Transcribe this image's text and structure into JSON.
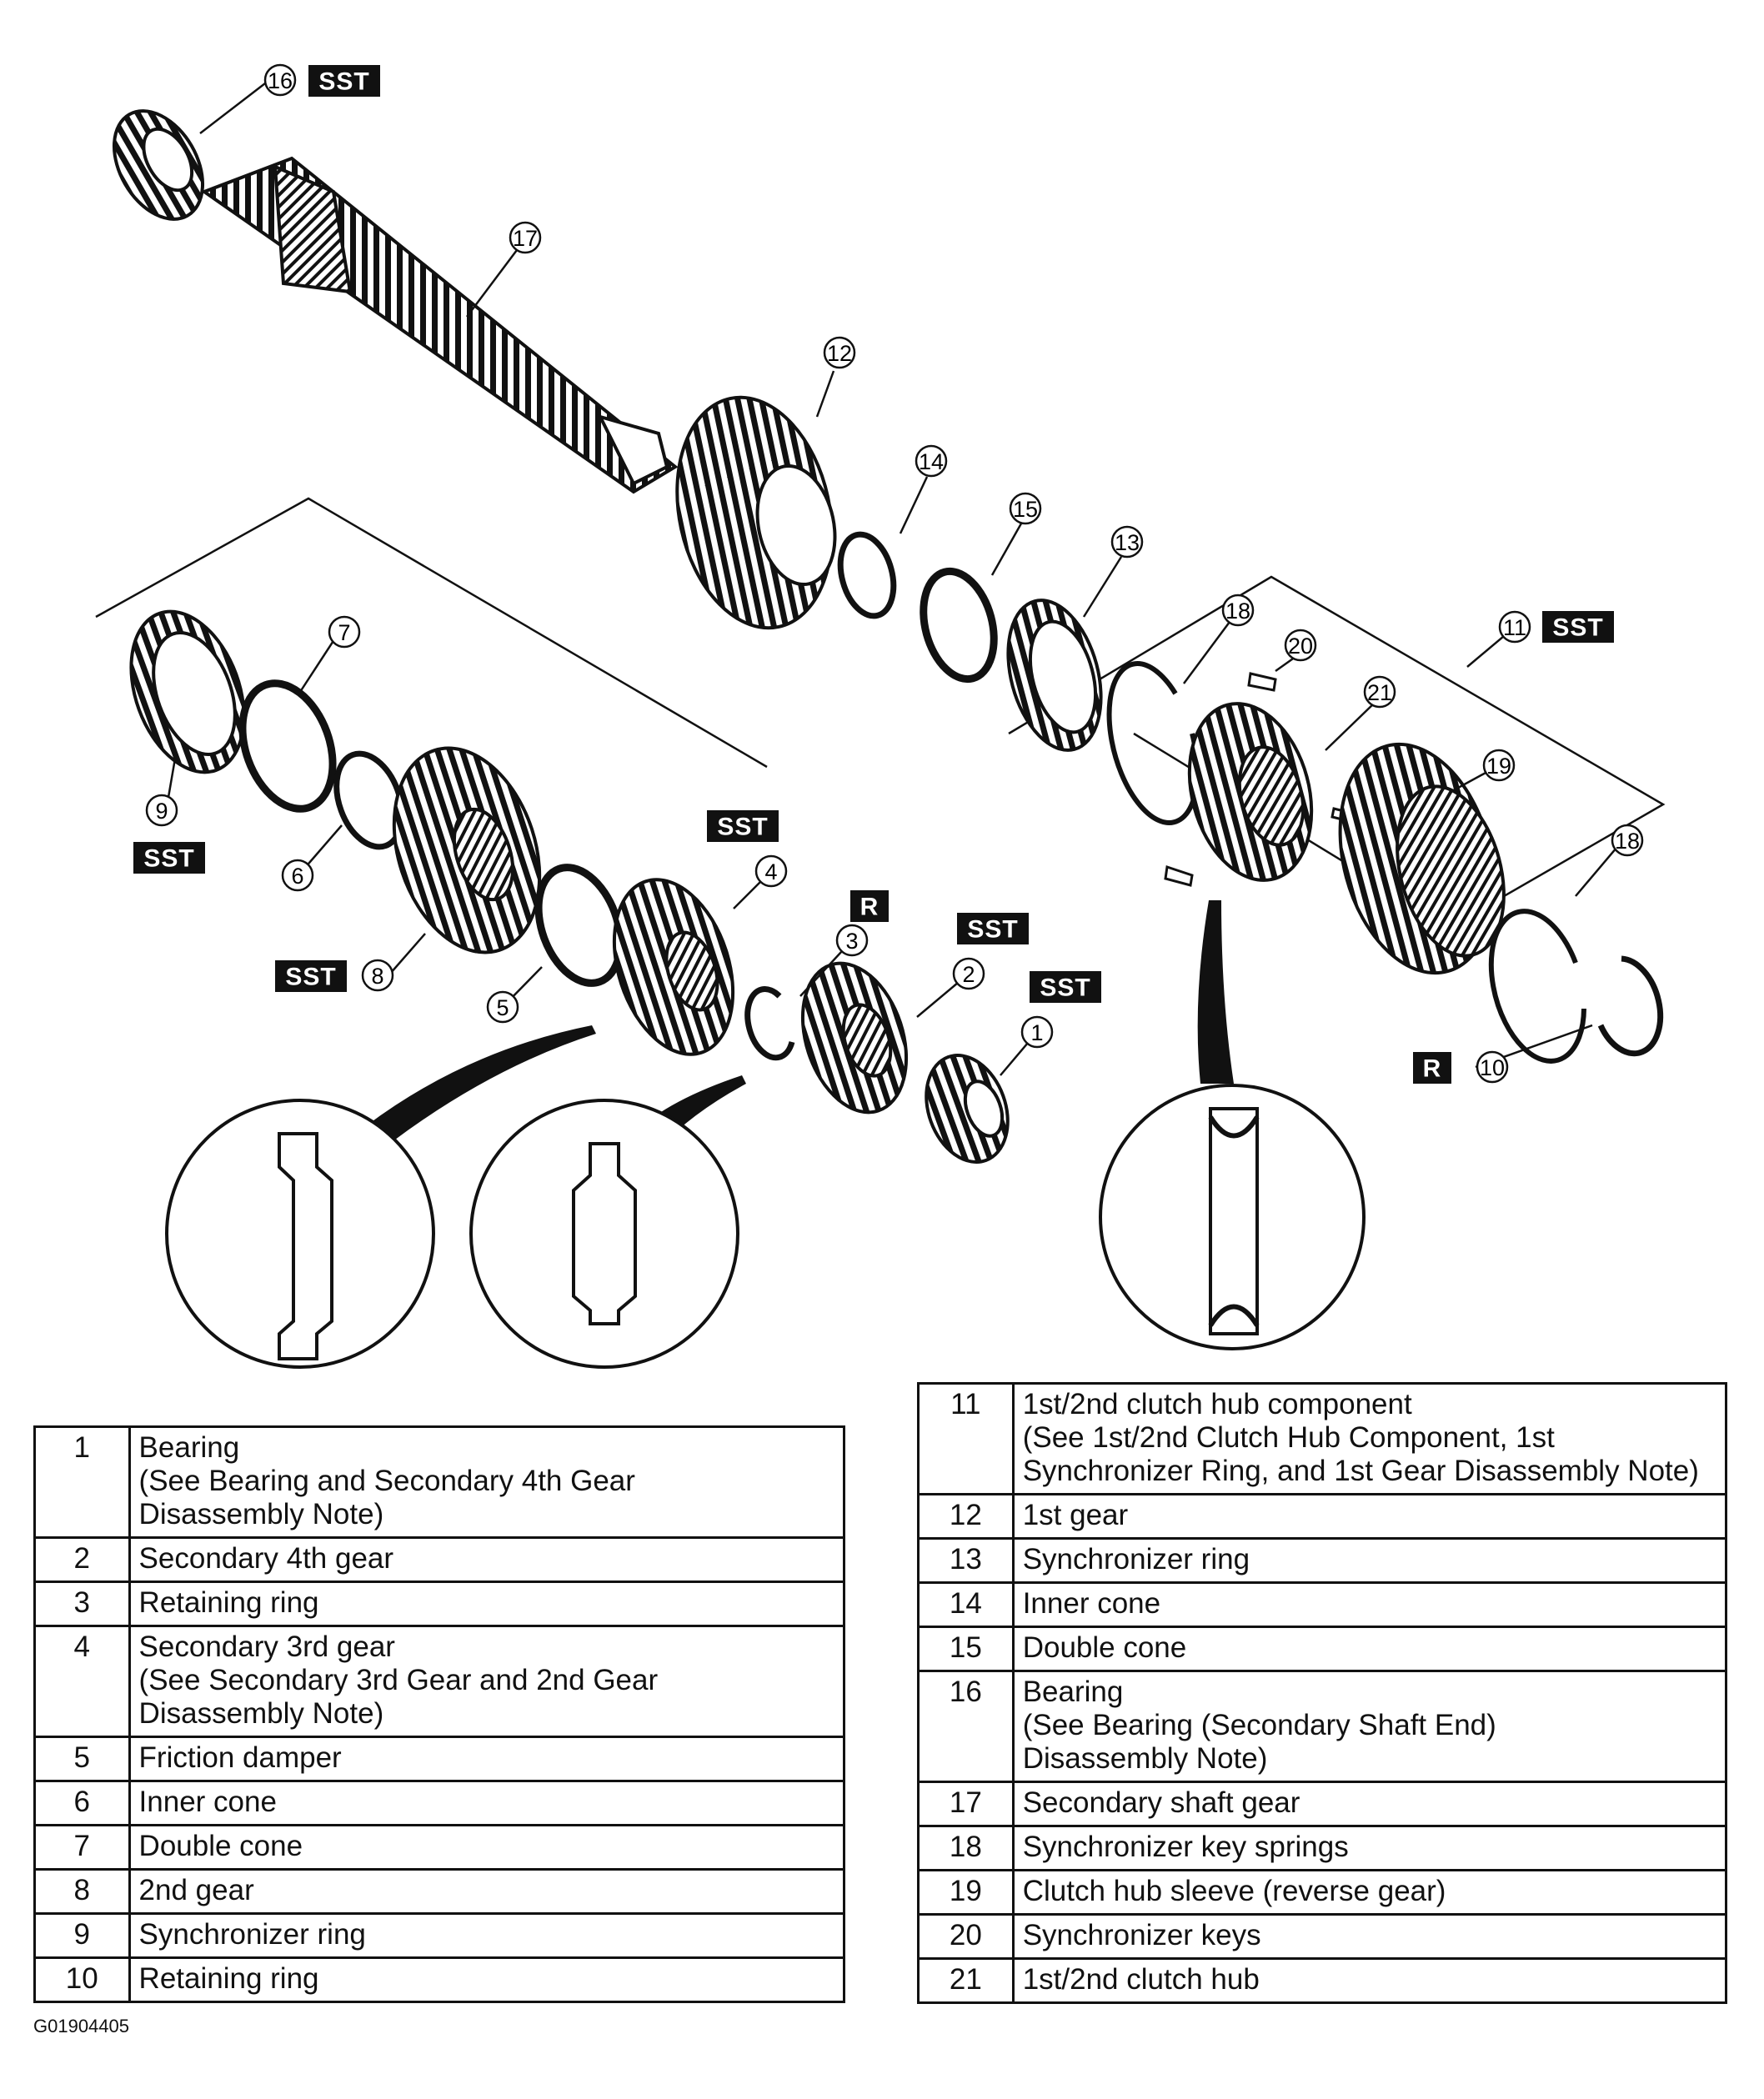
{
  "tags": {
    "sst": "SST",
    "r": "R"
  },
  "figure_code": "G01904405",
  "parts_left": [
    {
      "num": "1",
      "lines": [
        "Bearing",
        "(See Bearing and Secondary 4th Gear",
        "Disassembly Note)"
      ]
    },
    {
      "num": "2",
      "lines": [
        "Secondary 4th gear"
      ]
    },
    {
      "num": "3",
      "lines": [
        "Retaining ring"
      ]
    },
    {
      "num": "4",
      "lines": [
        "Secondary 3rd gear",
        "(See Secondary 3rd Gear and 2nd Gear",
        "Disassembly Note)"
      ]
    },
    {
      "num": "5",
      "lines": [
        "Friction damper"
      ]
    },
    {
      "num": "6",
      "lines": [
        "Inner cone"
      ]
    },
    {
      "num": "7",
      "lines": [
        "Double cone"
      ]
    },
    {
      "num": "8",
      "lines": [
        "2nd gear"
      ]
    },
    {
      "num": "9",
      "lines": [
        "Synchronizer ring"
      ]
    },
    {
      "num": "10",
      "lines": [
        "Retaining ring"
      ]
    }
  ],
  "parts_right": [
    {
      "num": "11",
      "lines": [
        "1st/2nd clutch hub component",
        "(See 1st/2nd Clutch Hub Component, 1st",
        "Synchronizer Ring, and 1st Gear Disassembly Note)"
      ]
    },
    {
      "num": "12",
      "lines": [
        "1st gear"
      ]
    },
    {
      "num": "13",
      "lines": [
        "Synchronizer ring"
      ]
    },
    {
      "num": "14",
      "lines": [
        "Inner cone"
      ]
    },
    {
      "num": "15",
      "lines": [
        "Double cone"
      ]
    },
    {
      "num": "16",
      "lines": [
        "Bearing",
        "(See Bearing (Secondary Shaft End)",
        "Disassembly Note)"
      ]
    },
    {
      "num": "17",
      "lines": [
        "Secondary shaft gear"
      ]
    },
    {
      "num": "18",
      "lines": [
        "Synchronizer key springs"
      ]
    },
    {
      "num": "19",
      "lines": [
        "Clutch hub sleeve (reverse gear)"
      ]
    },
    {
      "num": "20",
      "lines": [
        "Synchronizer keys"
      ]
    },
    {
      "num": "21",
      "lines": [
        "1st/2nd clutch hub"
      ]
    }
  ],
  "callouts": [
    "1",
    "2",
    "3",
    "4",
    "5",
    "6",
    "7",
    "8",
    "9",
    "10",
    "11",
    "12",
    "13",
    "14",
    "15",
    "16",
    "17",
    "18",
    "18",
    "19",
    "20",
    "21"
  ]
}
